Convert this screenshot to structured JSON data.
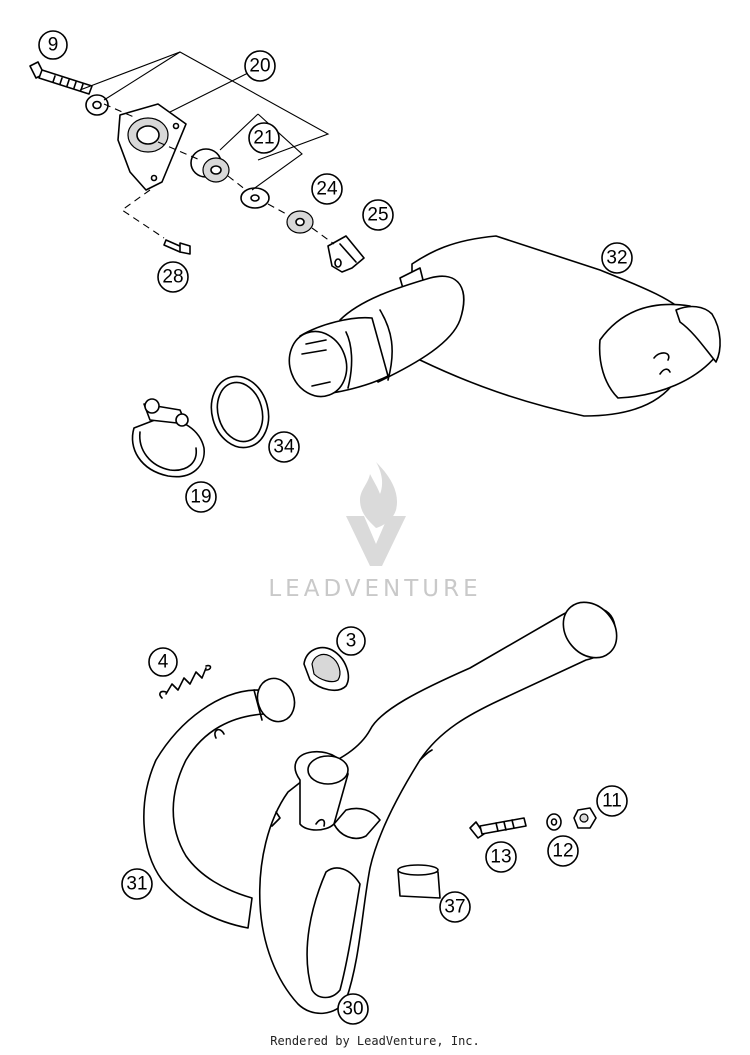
{
  "callouts": [
    "9",
    "20",
    "21",
    "24",
    "25",
    "28",
    "32",
    "34",
    "19",
    "4",
    "3",
    "11",
    "13",
    "12",
    "31",
    "37",
    "30"
  ],
  "watermark": "LEADVENTURE",
  "footer": "Rendered by LeadVenture, Inc."
}
